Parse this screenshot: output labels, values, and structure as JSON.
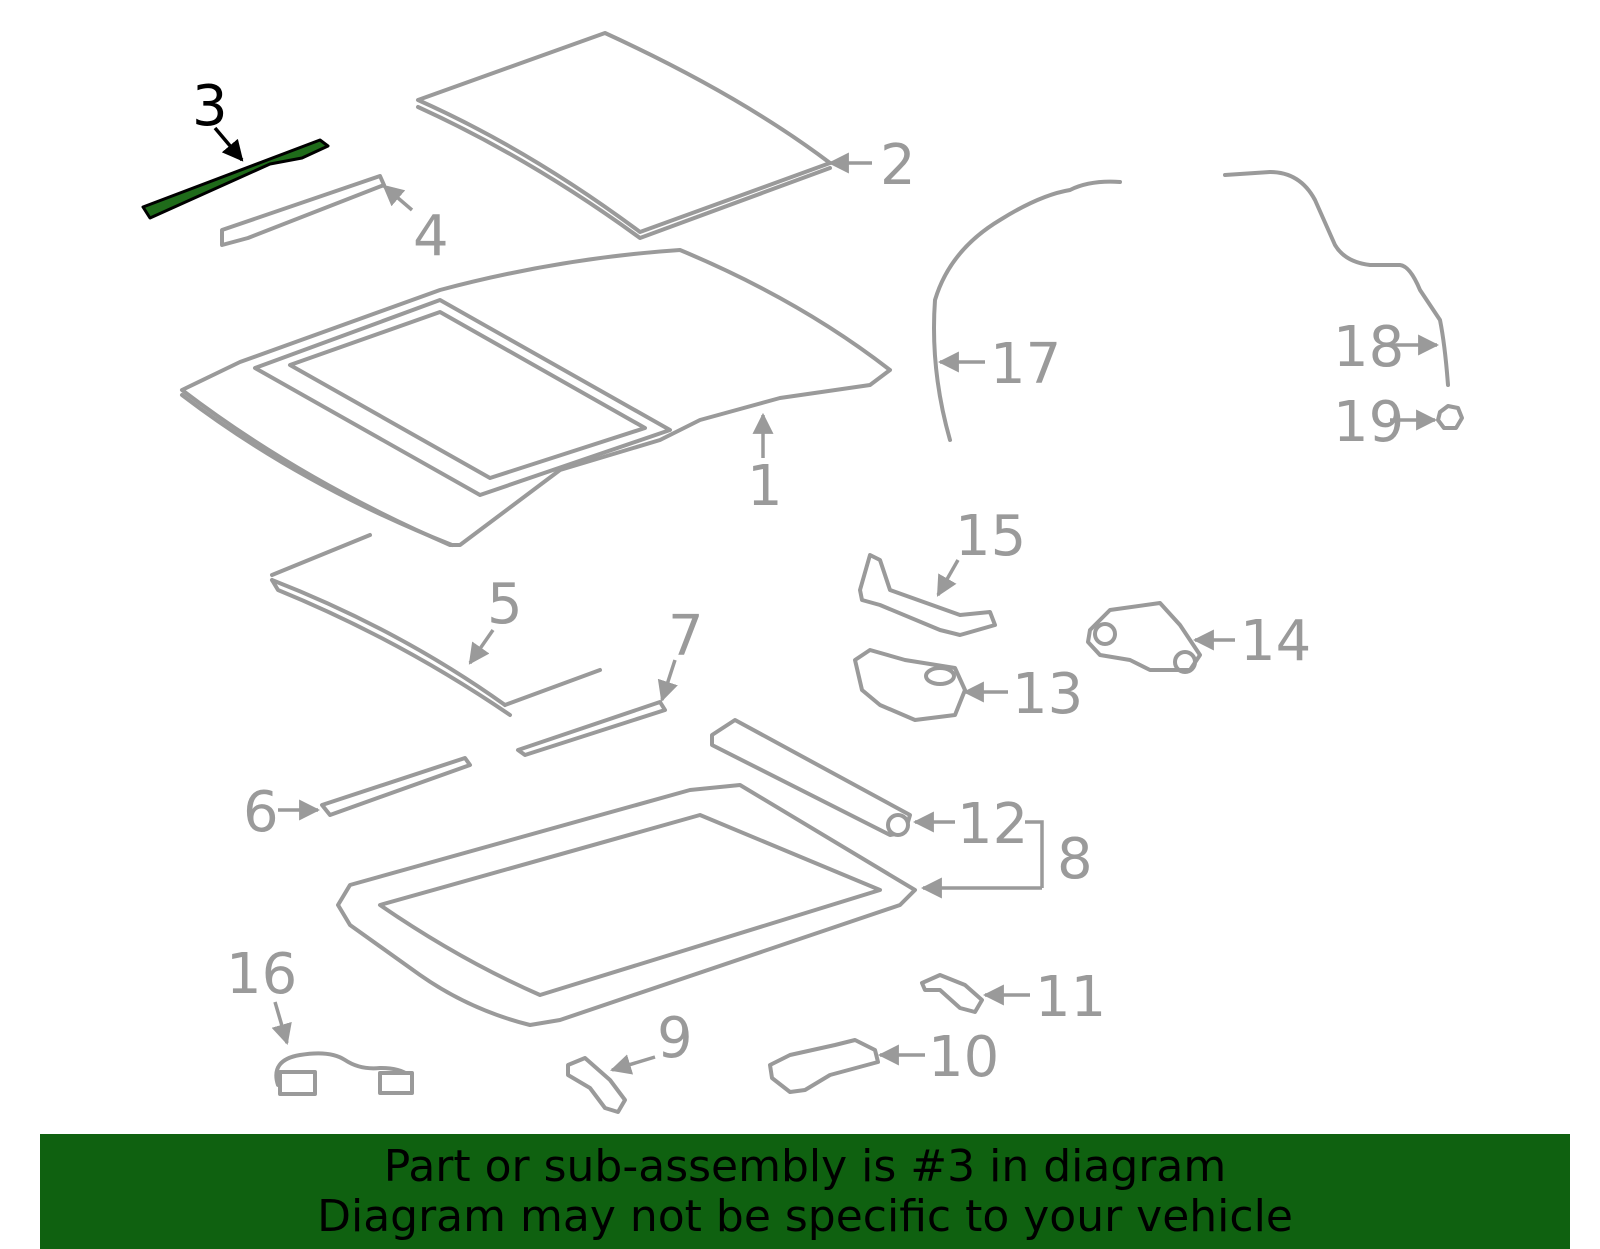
{
  "colors": {
    "highlight": "#1f6b1a",
    "banner": "#0f6110",
    "part_stroke": "#9a9a9a",
    "highlight_label": "#000000"
  },
  "callouts": [
    "1",
    "2",
    "3",
    "4",
    "5",
    "6",
    "7",
    "8",
    "9",
    "10",
    "11",
    "12",
    "13",
    "14",
    "15",
    "16",
    "17",
    "18",
    "19"
  ],
  "highlighted_callout": "3",
  "banner": {
    "line1": "Part or sub-assembly is #3 in diagram",
    "line2": "Diagram may not be specific to your vehicle"
  }
}
